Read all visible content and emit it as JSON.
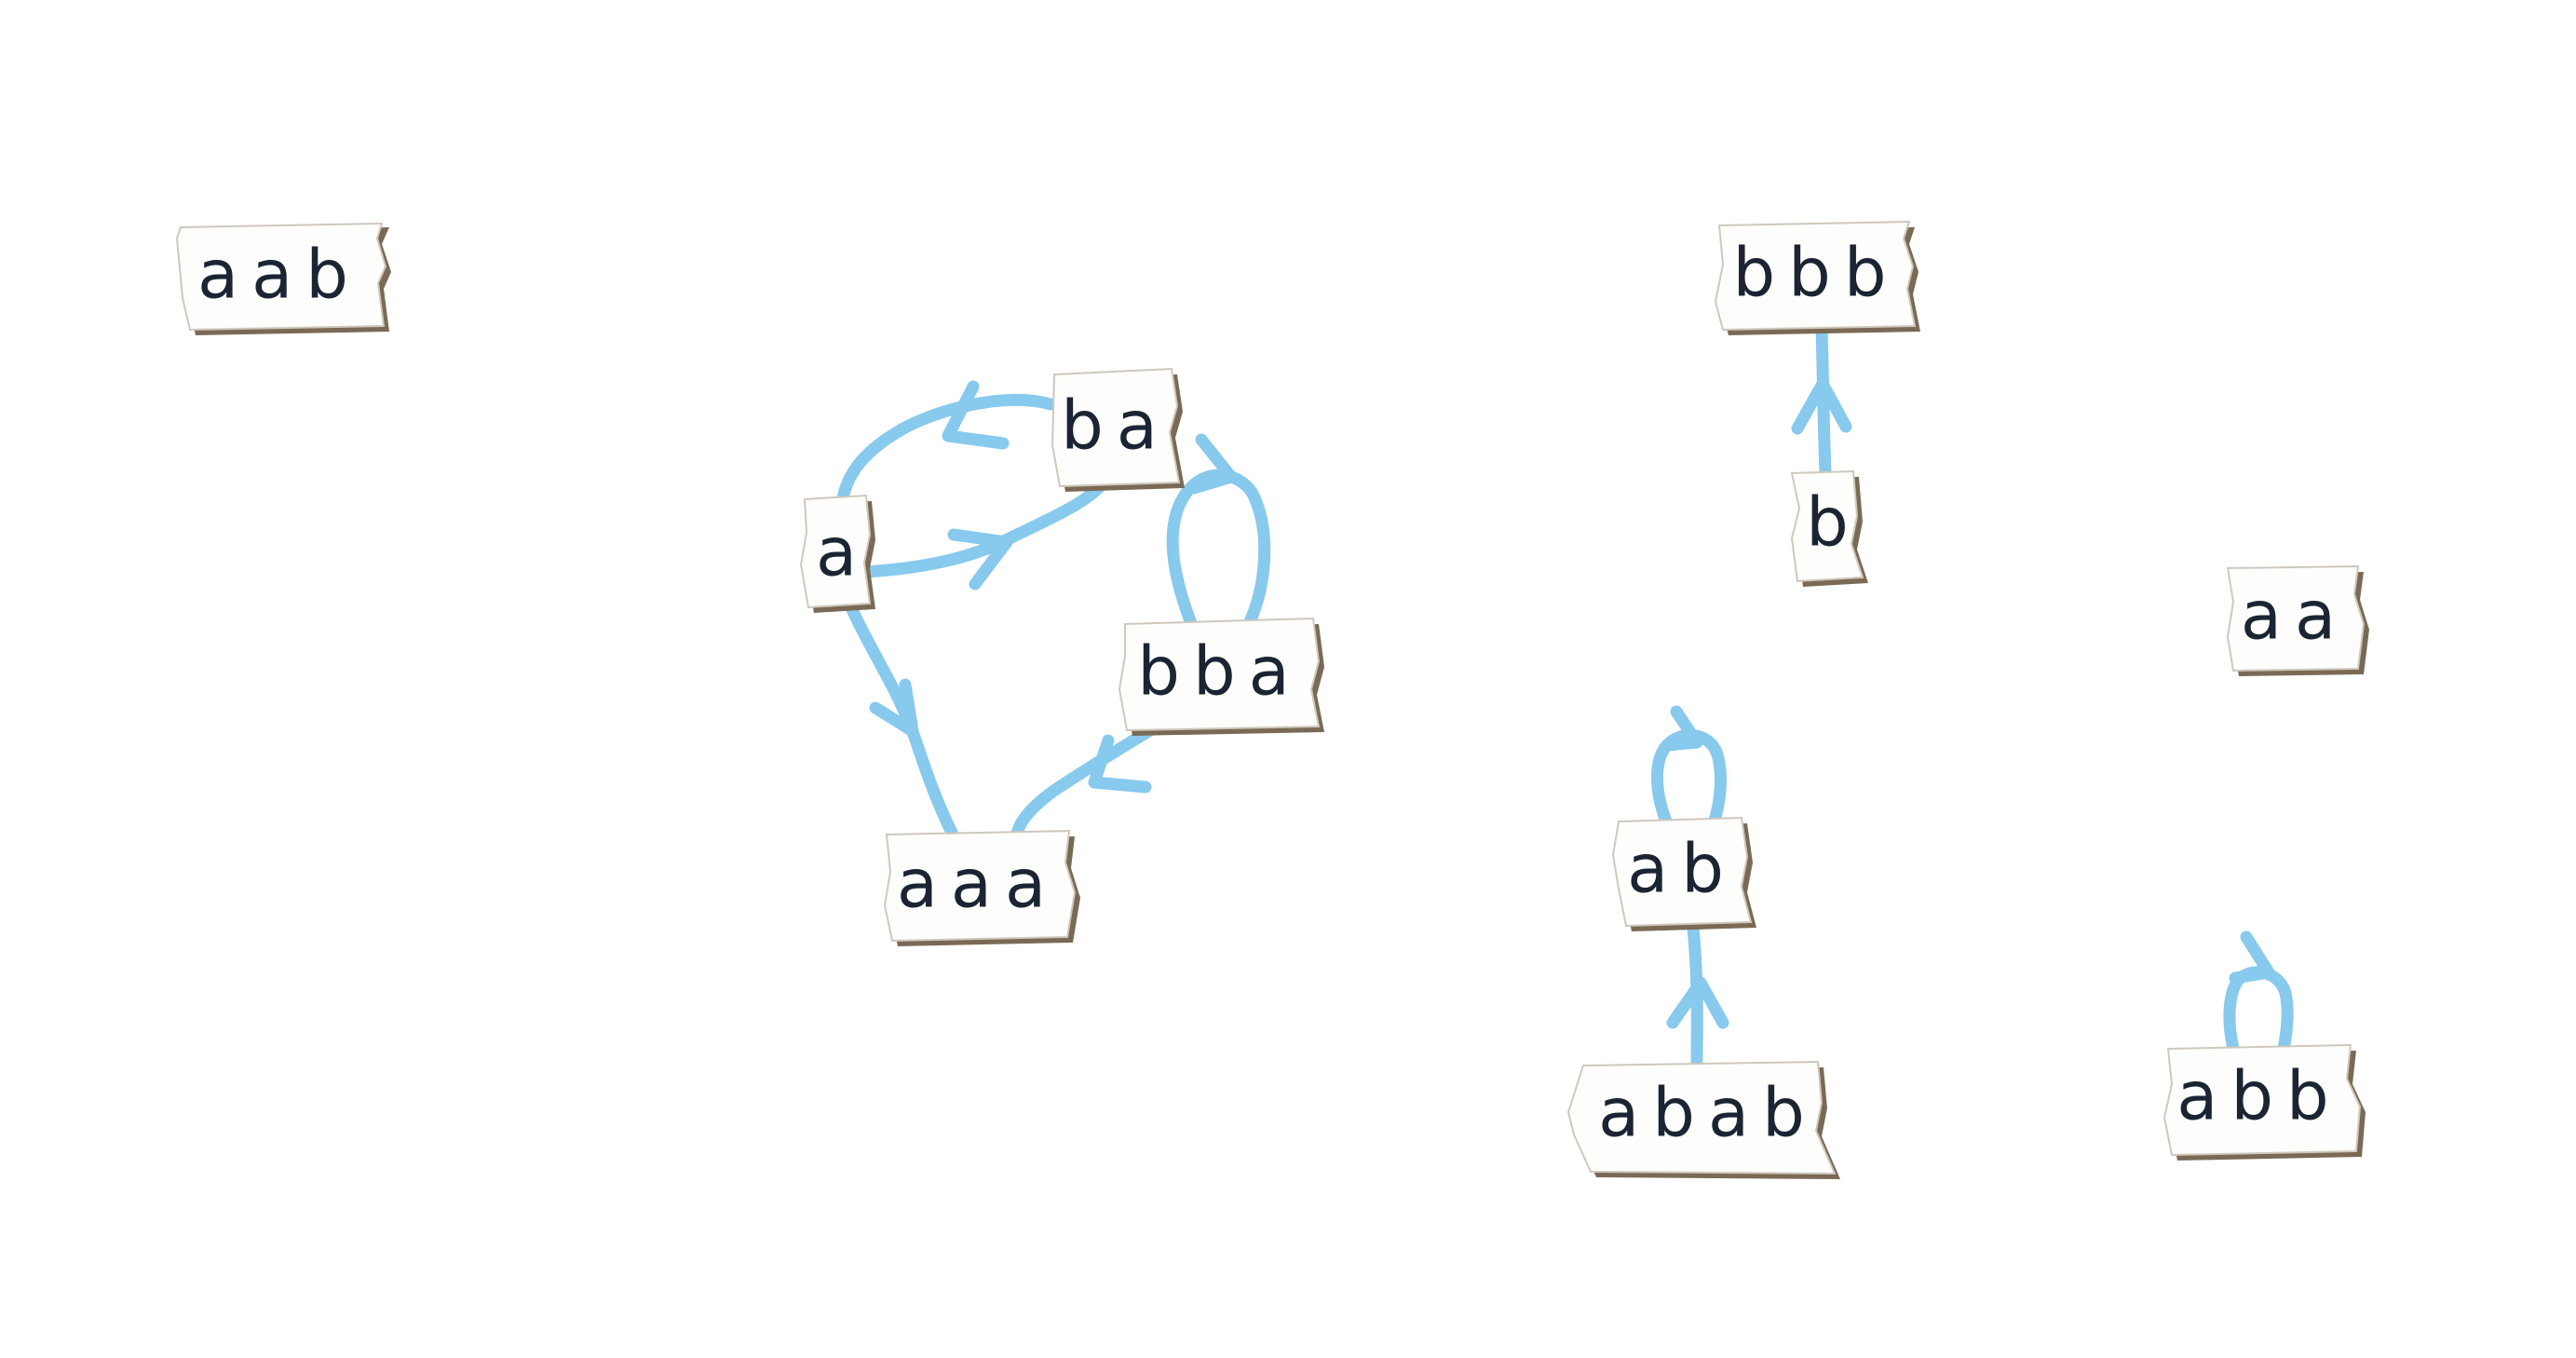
{
  "colors": {
    "edge": "#88c9ee",
    "card_fill": "#fdfdfb",
    "card_shadow": "#7a6a55",
    "card_border": "#cfc8bd",
    "text": "#1b2433"
  },
  "nodes": [
    {
      "id": "n-aab",
      "label": "aab"
    },
    {
      "id": "n-bbb",
      "label": "bbb"
    },
    {
      "id": "n-ba",
      "label": "ba"
    },
    {
      "id": "n-a",
      "label": "a"
    },
    {
      "id": "n-b",
      "label": "b"
    },
    {
      "id": "n-aa",
      "label": "aa"
    },
    {
      "id": "n-bba",
      "label": "bba"
    },
    {
      "id": "n-aaa",
      "label": "aaa"
    },
    {
      "id": "n-ab",
      "label": "ab"
    },
    {
      "id": "n-abab",
      "label": "abab"
    },
    {
      "id": "n-abb",
      "label": "abb"
    }
  ],
  "edges": [
    {
      "id": "e-ba-a",
      "from": "ba",
      "to": "a"
    },
    {
      "id": "e-a-ba",
      "from": "a",
      "to": "ba"
    },
    {
      "id": "e-bba-bba",
      "from": "bba",
      "to": "bba"
    },
    {
      "id": "e-a-aaa",
      "from": "a",
      "to": "aaa"
    },
    {
      "id": "e-bba-aaa",
      "from": "bba",
      "to": "aaa"
    },
    {
      "id": "e-b-bbb",
      "from": "b",
      "to": "bbb"
    },
    {
      "id": "e-ab-ab",
      "from": "ab",
      "to": "ab"
    },
    {
      "id": "e-abab-ab",
      "from": "abab",
      "to": "ab"
    },
    {
      "id": "e-abb-abb",
      "from": "abb",
      "to": "abb"
    }
  ]
}
